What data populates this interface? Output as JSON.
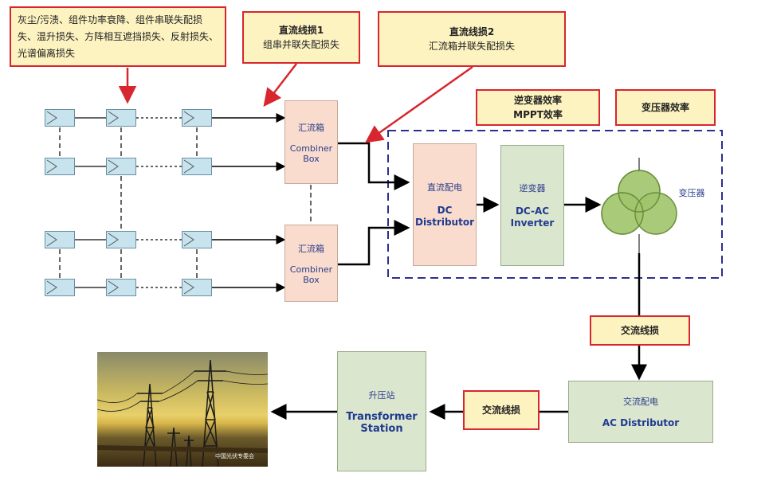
{
  "notes": {
    "losses": "灰尘/污渍、组件功率衰降、组件串联失配损失、温升损失、方阵相互遮挡损失、反射损失、光谱偏离损失",
    "dc_loss1_title": "直流线损1",
    "dc_loss1_sub": "组串并联失配损失",
    "dc_loss2_title": "直流线损2",
    "dc_loss2_sub": "汇流箱并联失配损失",
    "inverter_eff_line1": "逆变器效率",
    "inverter_eff_line2": "MPPT效率",
    "transformer_eff": "变压器效率",
    "ac_loss1": "交流线损",
    "ac_loss2": "交流线损"
  },
  "combiner1": {
    "zh": "汇流箱",
    "en1": "Combiner",
    "en2": "Box"
  },
  "combiner2": {
    "zh": "汇流箱",
    "en1": "Combiner",
    "en2": "Box"
  },
  "dc_distributor": {
    "zh": "直流配电",
    "en1": "DC",
    "en2": "Distributor"
  },
  "inverter": {
    "zh": "逆变器",
    "en1": "DC-AC",
    "en2": "Inverter"
  },
  "transformer": {
    "zh": "变压器"
  },
  "ac_distributor": {
    "zh": "交流配电",
    "en": "AC Distributor"
  },
  "station": {
    "zh": "升压站",
    "en1": "Transformer",
    "en2": "Station"
  },
  "watermark": "中国光伏专委会",
  "colors": {
    "note_border": "#d8262f",
    "note_fill": "#fdf3c0",
    "dashed_frame": "#2b2f8f"
  }
}
